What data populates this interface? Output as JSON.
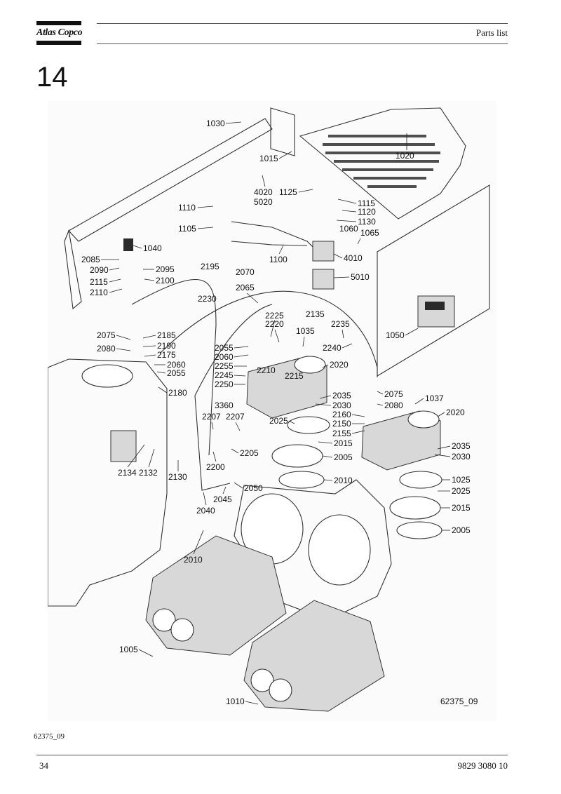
{
  "header": {
    "brand": "Atlas Copco",
    "title": "Parts list"
  },
  "section_number": "14",
  "figure": {
    "drawing_code": "62375_09",
    "part_labels": [
      "1030",
      "1015",
      "1020",
      "4020",
      "5020",
      "1125",
      "1110",
      "1105",
      "1115",
      "1120",
      "1130",
      "1060",
      "1065",
      "1040",
      "1100",
      "4010",
      "2085",
      "2090",
      "2115",
      "2110",
      "2095",
      "2100",
      "2195",
      "2070",
      "2065",
      "5010",
      "2230",
      "2225",
      "2220",
      "2135",
      "2235",
      "1035",
      "2240",
      "2075",
      "2185",
      "2190",
      "2175",
      "2080",
      "2060",
      "2055",
      "2180",
      "2055",
      "2060",
      "2255",
      "2245",
      "2250",
      "2210",
      "2215",
      "2020",
      "1050",
      "2035",
      "2030",
      "3360",
      "2207",
      "2207",
      "2025",
      "2015",
      "2005",
      "2205",
      "2200",
      "2010",
      "2160",
      "2150",
      "2155",
      "2075",
      "2080",
      "1037",
      "2020",
      "2035",
      "2030",
      "2134",
      "2132",
      "2130",
      "2050",
      "2045",
      "2040",
      "1025",
      "2025",
      "2015",
      "2005",
      "2010",
      "1005",
      "1010"
    ]
  },
  "figure_caption": "62375_09",
  "footer": {
    "page_number": "34",
    "document_number": "9829 3080 10"
  }
}
